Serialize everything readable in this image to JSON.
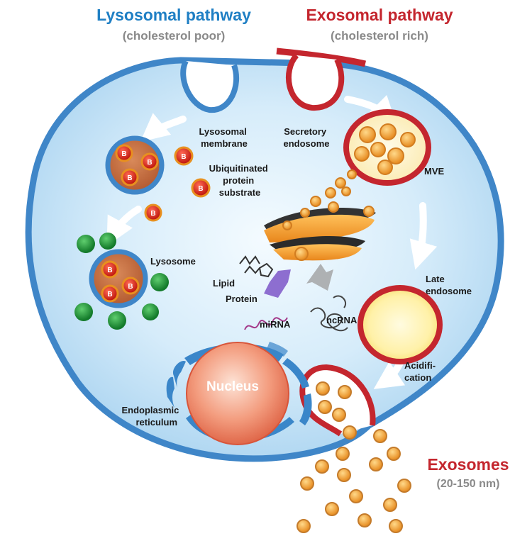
{
  "headers": {
    "lysosomal": {
      "title": "Lysosomal pathway",
      "subtitle": "(cholesterol poor)"
    },
    "exosomal": {
      "title": "Exosomal pathway",
      "subtitle": "(cholesterol rich)"
    }
  },
  "labels": {
    "lysosomal_membrane": [
      "Lysosomal",
      "membrane"
    ],
    "ubiquitinated": [
      "Ubiquitinated",
      "protein",
      "substrate"
    ],
    "lysosome": "Lysosome",
    "secretory_endosome": [
      "Secretory",
      "endosome"
    ],
    "mve": "MVE",
    "late_endosome": [
      "Late",
      "endosome"
    ],
    "acidification": [
      "Acidifi-",
      "cation"
    ],
    "lipid": "Lipid",
    "protein": "Protein",
    "mirna": "miRNA",
    "ncrna": "ncRNA",
    "nucleus": "Nucleus",
    "er": [
      "Endoplasmic",
      "reticulum"
    ],
    "exosomes": "Exosomes",
    "exosome_size": "(20-150 nm)"
  },
  "substrate_letter": "B",
  "colors": {
    "lysosomal_blue": "#1f7fc4",
    "exosomal_red": "#c4262e",
    "cytoplasm": "#cfe8f8",
    "membrane_blue": "#3f86c8",
    "vesicle_orange": "#f0a440",
    "substrate_red": "#d9261c",
    "lysosome_green": "#1f9a3a",
    "nucleus": "#ef8e70",
    "golgi": "#f39a2b",
    "arrow": "#ffffff",
    "subtitle_gray": "#8a8a8a"
  }
}
